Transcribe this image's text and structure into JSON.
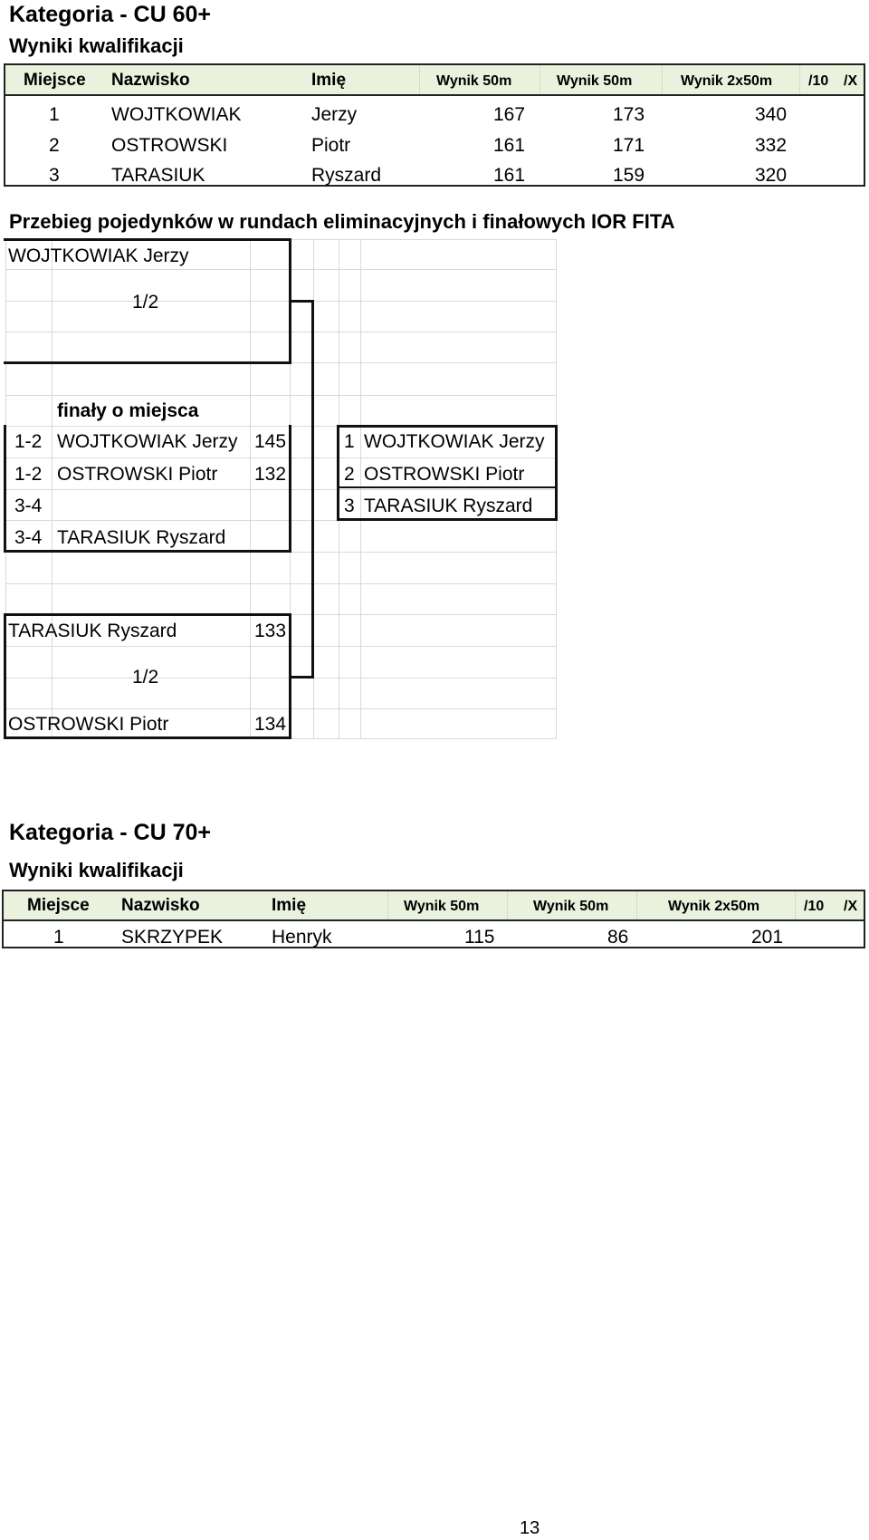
{
  "sections": [
    {
      "category_title": "Kategoria - CU 60+",
      "qual_title": "Wyniki kwalifikacji",
      "headers": [
        "Miejsce",
        "Nazwisko",
        "Imię",
        "Wynik 50m",
        "Wynik 50m",
        "Wynik 2x50m",
        "/10",
        "/X"
      ],
      "rows": [
        [
          "1",
          "WOJTKOWIAK",
          "Jerzy",
          "167",
          "173",
          "340"
        ],
        [
          "2",
          "OSTROWSKI",
          "Piotr",
          "161",
          "171",
          "332"
        ],
        [
          "3",
          "TARASIUK",
          "Ryszard",
          "161",
          "159",
          "320"
        ]
      ]
    },
    {
      "category_title": "Kategoria - CU 70+",
      "qual_title": "Wyniki kwalifikacji",
      "headers": [
        "Miejsce",
        "Nazwisko",
        "Imię",
        "Wynik 50m",
        "Wynik 50m",
        "Wynik 2x50m",
        "/10",
        "/X"
      ],
      "rows": [
        [
          "1",
          "SKRZYPEK",
          "Henryk",
          "115",
          "86",
          "201"
        ]
      ]
    }
  ],
  "bracket": {
    "title": "Przebieg pojedynków w rundach eliminacyjnych i finałowych IOR FITA",
    "semi1": {
      "top_name": "WOJTKOWIAK Jerzy",
      "top_score": "",
      "label": "1/2",
      "bottom_name": "",
      "bottom_score": ""
    },
    "finals_label": "finały o miejsca",
    "finals": [
      {
        "place": "1-2",
        "name": "WOJTKOWIAK Jerzy",
        "score": "145"
      },
      {
        "place": "1-2",
        "name": "OSTROWSKI Piotr",
        "score": "132"
      },
      {
        "place": "3-4",
        "name": "",
        "score": ""
      },
      {
        "place": "3-4",
        "name": "TARASIUK Ryszard",
        "score": ""
      }
    ],
    "results": [
      {
        "place": "1",
        "name": "WOJTKOWIAK Jerzy"
      },
      {
        "place": "2",
        "name": "OSTROWSKI Piotr"
      },
      {
        "place": "3",
        "name": "TARASIUK Ryszard"
      }
    ],
    "semi2": {
      "top_name": "TARASIUK Ryszard",
      "top_score": "133",
      "label": "1/2",
      "bottom_name": "OSTROWSKI Piotr",
      "bottom_score": "134"
    }
  },
  "page_number": "13"
}
